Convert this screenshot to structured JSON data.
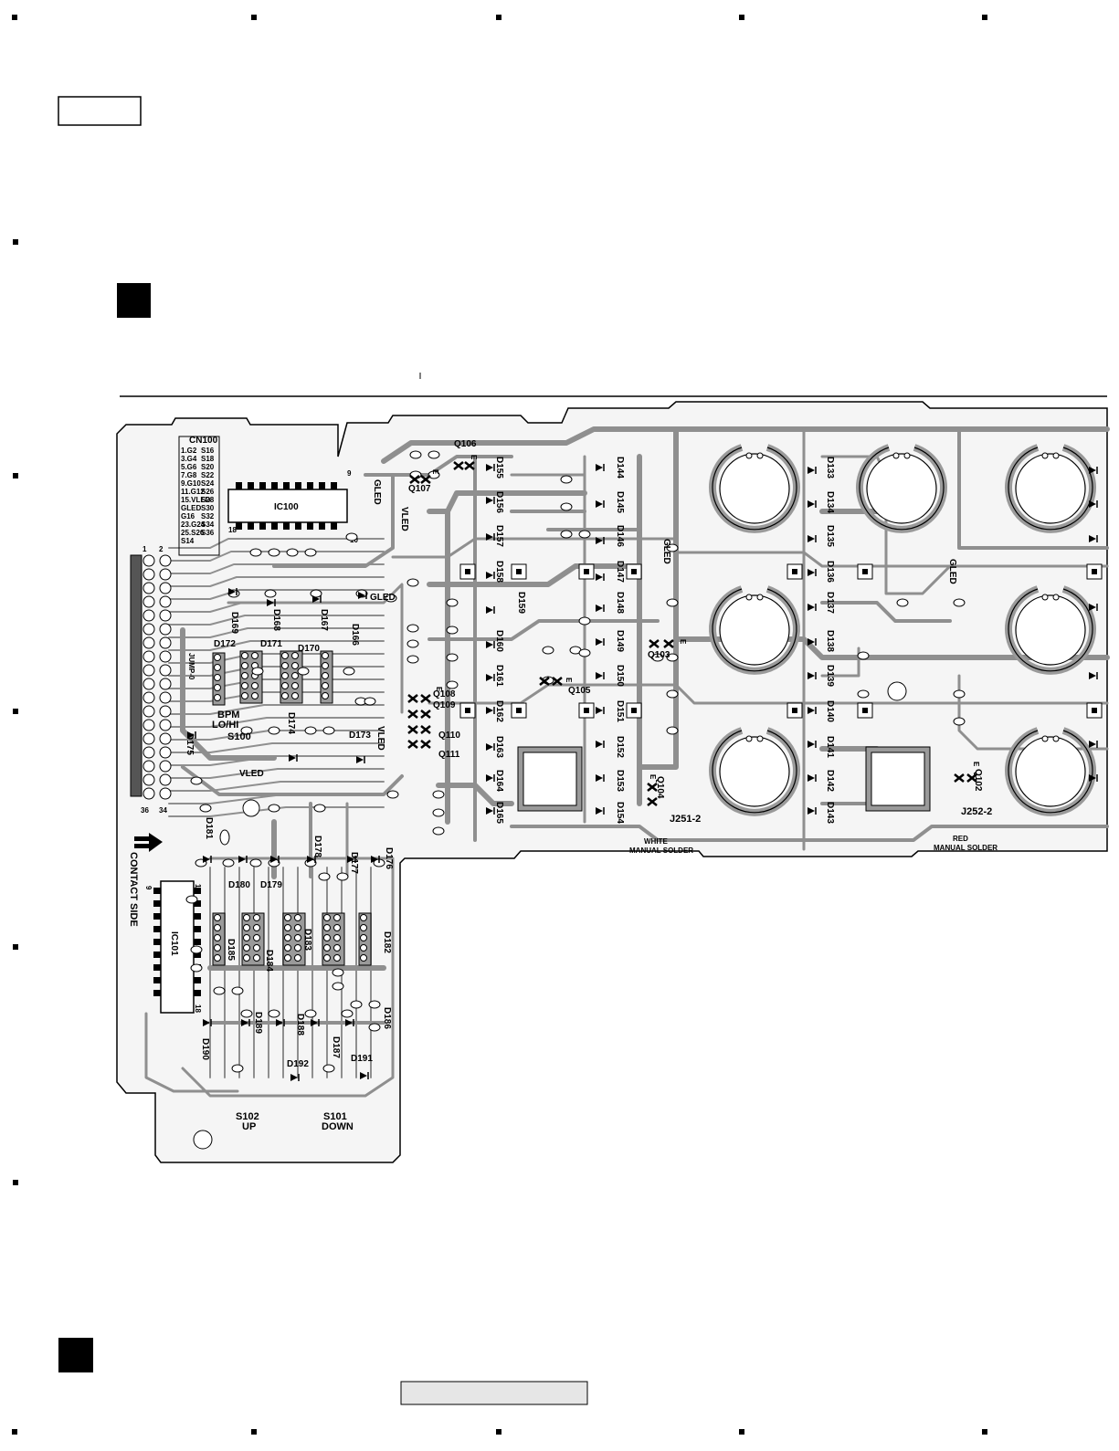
{
  "page": {
    "header_box_text": "",
    "footer_box_text": ""
  },
  "connector": {
    "ref": "CN100",
    "pin_first": "1",
    "pin_second": "2",
    "pin_last_left": "36",
    "pin_last_right": "34",
    "pins": [
      "1.G2",
      "3.G4",
      "5.G6",
      "7.G8",
      "9.G10",
      "11.G12",
      "15.VLED",
      "GLED",
      "G16",
      "23.G24",
      "25.S26",
      "S14",
      "S16",
      "S18",
      "S20",
      "S22",
      "S24",
      "S26",
      "S28",
      "S30",
      "S32",
      "S34",
      "S36"
    ]
  },
  "chips": {
    "ic100": "IC100",
    "ic101": "IC101",
    "ic100_pin_a": "9",
    "ic100_pin_b": "18",
    "ic100_pin_c": "10",
    "ic101_pin_a": "9",
    "ic101_pin_b": "18",
    "ic101_pin_c": "10"
  },
  "nets": {
    "gled": "GLED",
    "vled": "VLED",
    "e": "E"
  },
  "board_text": {
    "contact_side": "CONTACT SIDE",
    "bpm": "BPM",
    "lohi": "LO/HI",
    "s100": "S100",
    "s102": "S102",
    "up": "UP",
    "s101": "S101",
    "down": "DOWN",
    "j251": "J251-2",
    "j252": "J252-2",
    "white": "WHITE",
    "red": "RED",
    "manual_solder": "MANUAL SOLDER",
    "jump_note": "JUMP-0"
  },
  "transistors": [
    "Q106",
    "Q107",
    "Q108",
    "Q109",
    "Q110",
    "Q111",
    "Q105",
    "Q103",
    "Q104",
    "Q102"
  ],
  "diodes": {
    "left_cluster": [
      "D169",
      "D168",
      "D167",
      "D166",
      "D172",
      "D171",
      "D170",
      "D174",
      "D173",
      "D175"
    ],
    "lower_cluster": [
      "D181",
      "D178",
      "D177",
      "D176",
      "D180",
      "D179",
      "D185",
      "D184",
      "D183",
      "D182",
      "D190",
      "D189",
      "D188",
      "D187",
      "D186",
      "D192",
      "D191"
    ],
    "col_a": [
      "D155",
      "D156",
      "D157",
      "D158",
      "D159",
      "D160",
      "D161",
      "D162",
      "D163",
      "D164",
      "D165"
    ],
    "col_b": [
      "D144",
      "D145",
      "D146",
      "D147",
      "D148",
      "D149",
      "D150",
      "D151",
      "D152",
      "D153",
      "D154"
    ],
    "col_c": [
      "D133",
      "D134",
      "D135",
      "D136",
      "D137",
      "D138",
      "D139",
      "D140",
      "D141",
      "D142",
      "D143"
    ]
  }
}
